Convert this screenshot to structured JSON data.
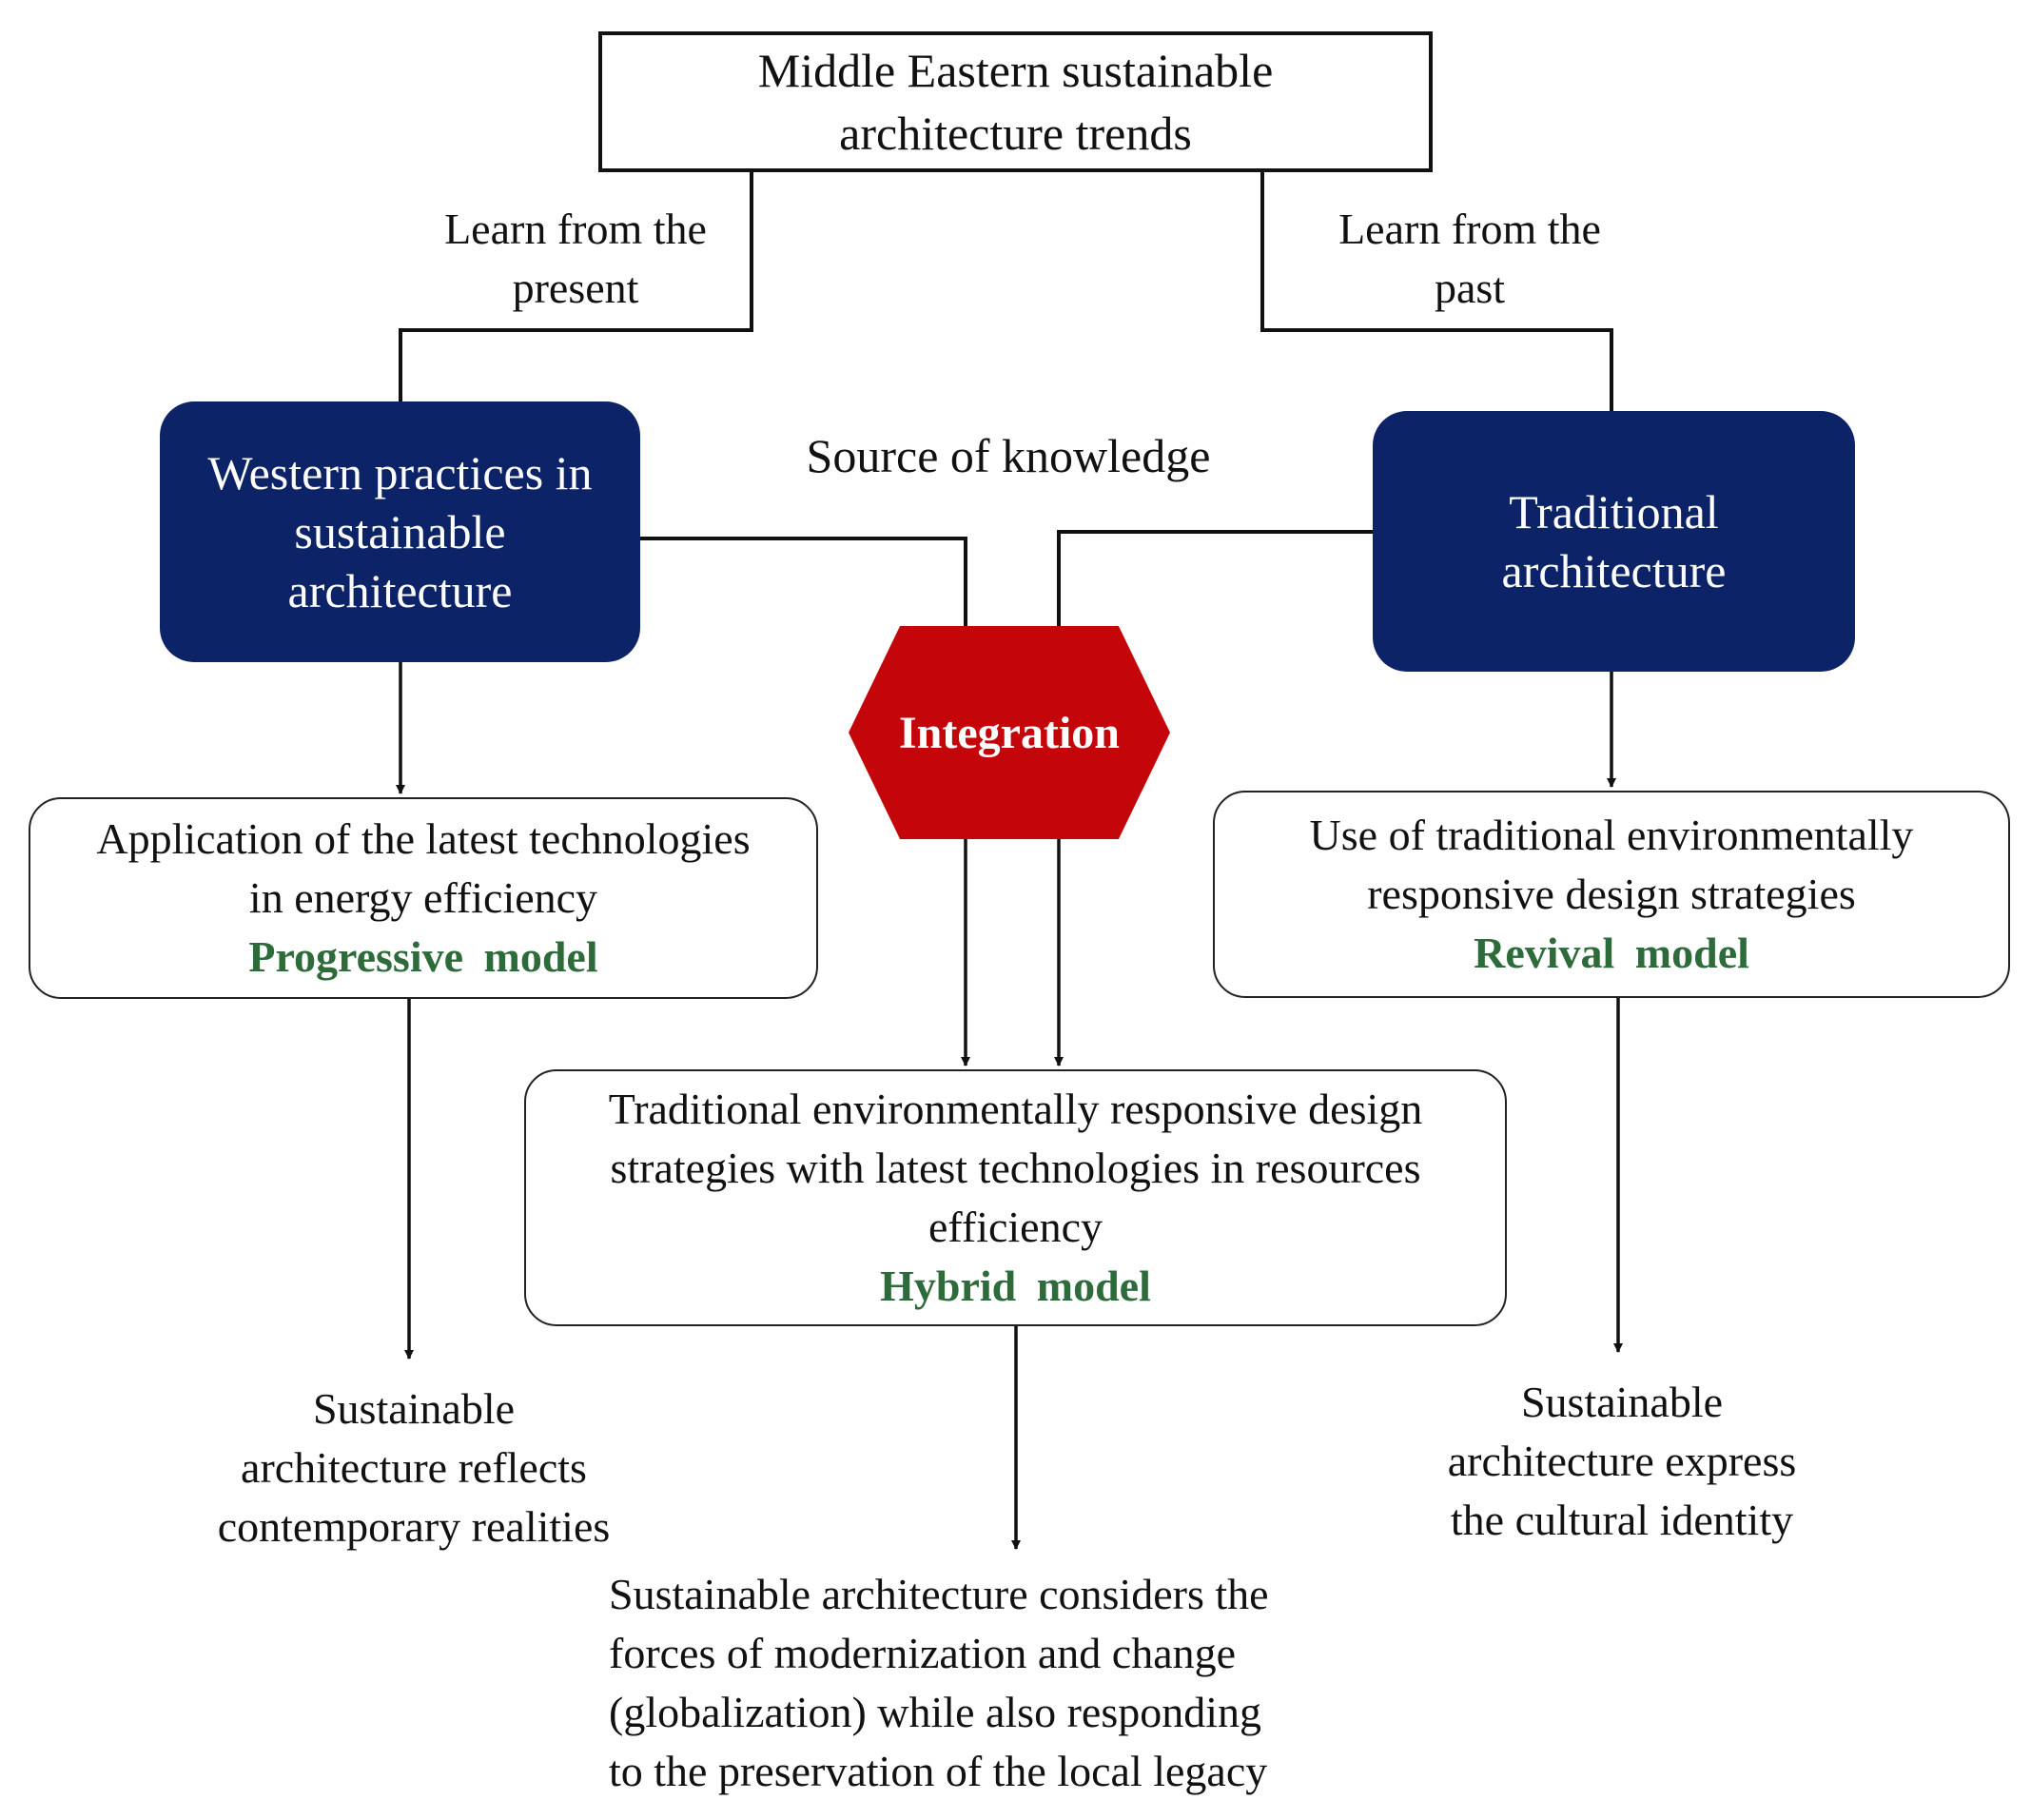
{
  "title": {
    "lines": [
      "Middle Eastern sustainable",
      "architecture trends"
    ]
  },
  "branch_labels": {
    "present": [
      "Learn from the",
      "present"
    ],
    "past": [
      "Learn from the",
      "past"
    ],
    "source": "Source of knowledge"
  },
  "sources": {
    "western": [
      "Western practices in",
      "sustainable",
      "architecture"
    ],
    "traditional": [
      "Traditional",
      "architecture"
    ]
  },
  "integration": "Integration",
  "models": {
    "progressive": {
      "lines": [
        "Application of the latest technologies",
        "in energy efficiency"
      ],
      "name": "Progressive model"
    },
    "revival": {
      "lines": [
        "Use of traditional environmentally",
        "responsive design strategies"
      ],
      "name": "Revival model"
    },
    "hybrid": {
      "lines": [
        "Traditional environmentally responsive design",
        "strategies with latest technologies in resources",
        "efficiency"
      ],
      "name": "Hybrid model"
    }
  },
  "outcomes": {
    "progressive": [
      "Sustainable",
      "architecture reflects",
      "contemporary realities"
    ],
    "revival": [
      "Sustainable",
      "architecture express",
      "the cultural identity"
    ],
    "hybrid": [
      "Sustainable architecture considers the",
      "forces of modernization and change",
      "(globalization) while also responding",
      "to the preservation of the local legacy"
    ]
  },
  "colors": {
    "navy": "#0d2367",
    "integration_red": "#c4060b",
    "model_green": "#2e6b3a",
    "line": "#111111"
  }
}
